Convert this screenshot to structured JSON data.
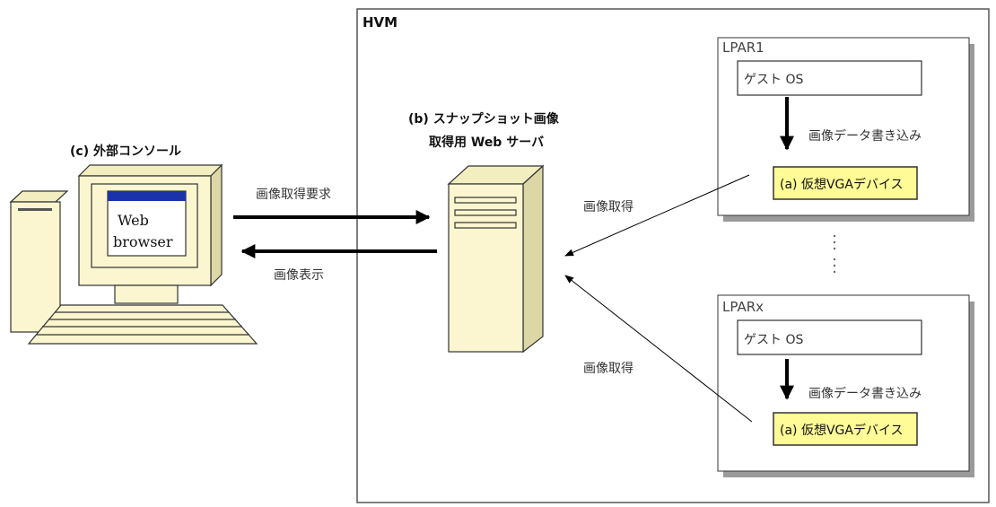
{
  "hvm": {
    "title": "HVM"
  },
  "lpar_top": {
    "title": "LPAR1",
    "guest_os": "ゲスト OS",
    "write_label": "画像データ書き込み",
    "device": "(a) 仮想VGAデバイス"
  },
  "lpar_bottom": {
    "title": "LPARx",
    "guest_os": "ゲスト OS",
    "write_label": "画像データ書き込み",
    "device": "(a) 仮想VGAデバイス"
  },
  "server": {
    "title_line1": "(b) スナップショット画像",
    "title_line2": "取得用 Web サーバ"
  },
  "console": {
    "title": "(c) 外部コンソール",
    "browser_line1": "Web",
    "browser_line2": "browser"
  },
  "arrows": {
    "request": "画像取得要求",
    "display": "画像表示",
    "acquire_top": "画像取得",
    "acquire_bottom": "画像取得"
  },
  "colors": {
    "computer_fill": "#fbf6cf",
    "device_fill": "#fffb96",
    "browser_titlebar": "#1a33aa",
    "shadow": "#9a9a9a"
  }
}
